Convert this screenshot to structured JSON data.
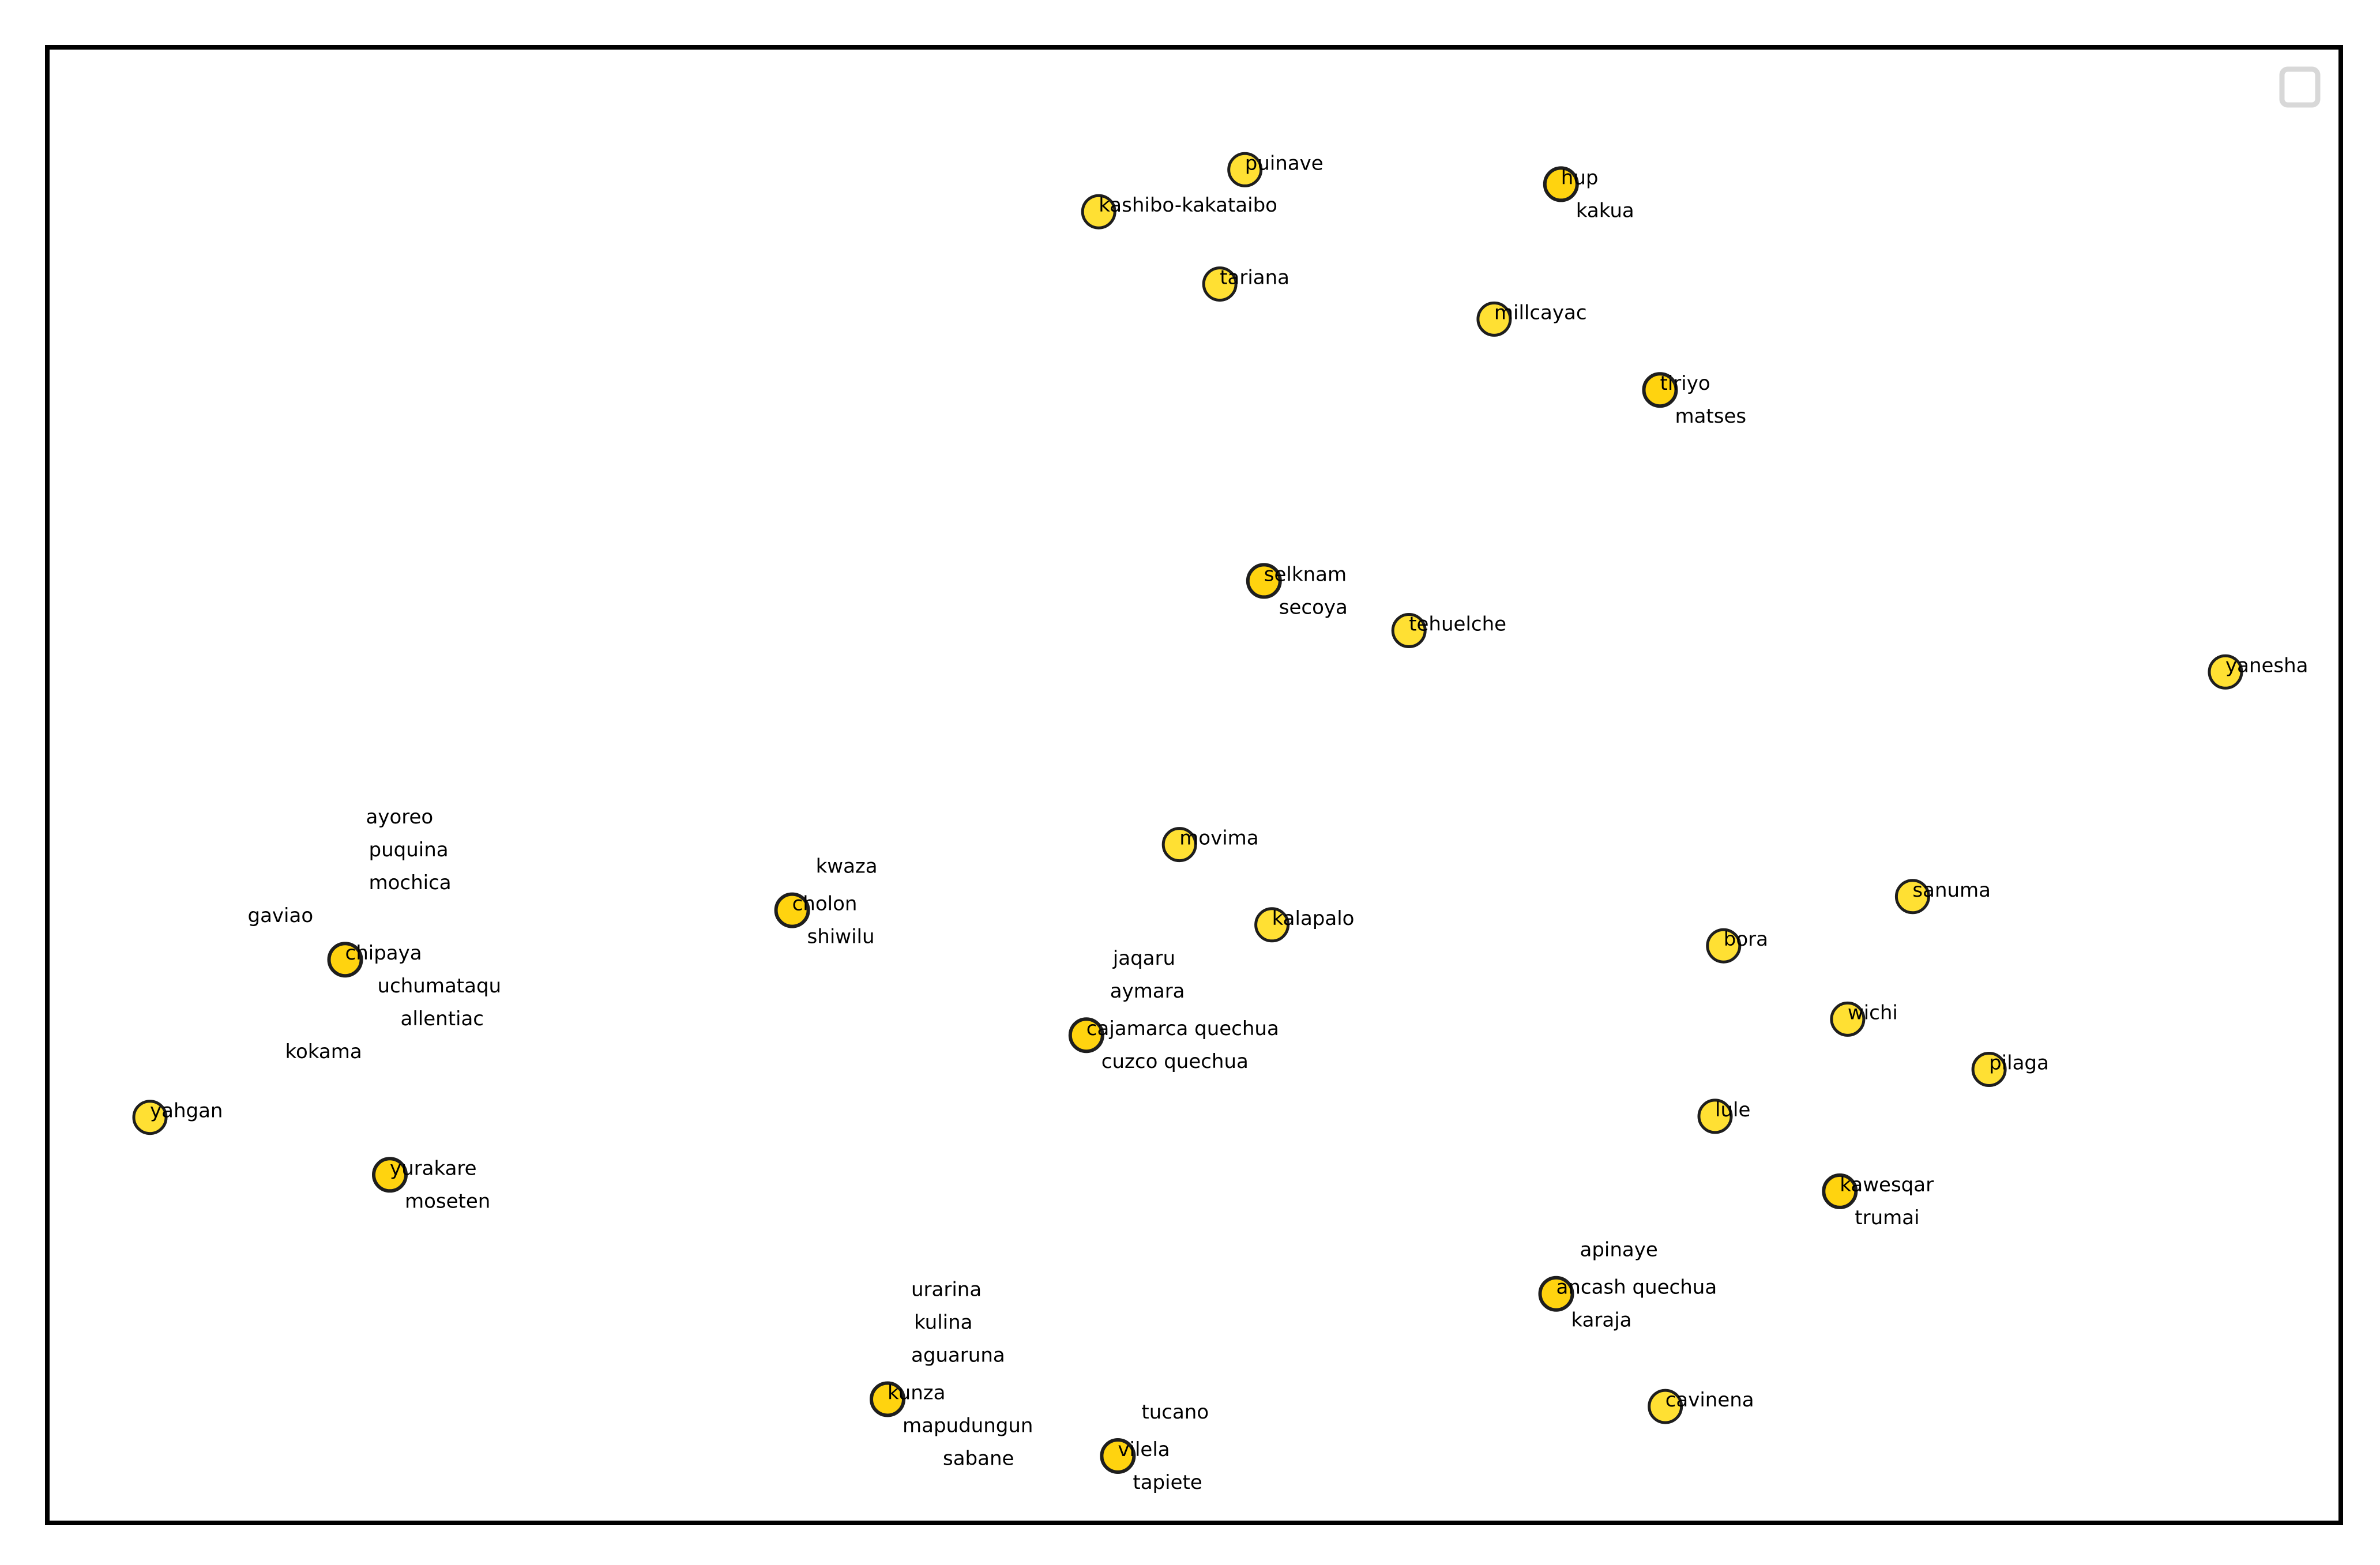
{
  "chart_data": {
    "type": "scatter",
    "title": "",
    "xlabel": "",
    "ylabel": "",
    "axes_visible": false,
    "grid": false,
    "legend": "top-right",
    "legend_entries": [],
    "xlim": [
      0,
      1000
    ],
    "ylim": [
      0,
      645
    ],
    "points": [
      {
        "x": 524.94,
        "y": 617.52,
        "labels": [
          "puinave"
        ]
      },
      {
        "x": 454.84,
        "y": 597.34,
        "labels": [
          "kashibo-kakataibo"
        ]
      },
      {
        "x": 676.48,
        "y": 610.56,
        "labels": [
          "hup",
          "kakua"
        ]
      },
      {
        "x": 512.9,
        "y": 562.61,
        "labels": [
          "tariana"
        ]
      },
      {
        "x": 644.44,
        "y": 545.8,
        "labels": [
          "millcayac"
        ]
      },
      {
        "x": 723.94,
        "y": 511.78,
        "labels": [
          "tiriyo",
          "matses"
        ]
      },
      {
        "x": 534.09,
        "y": 420.11,
        "labels": [
          "selknam",
          "secoya"
        ]
      },
      {
        "x": 603.6,
        "y": 396.27,
        "labels": [
          "tehuelche"
        ]
      },
      {
        "x": 995.03,
        "y": 376.41,
        "labels": [
          "yanesha"
        ]
      },
      {
        "x": 493.56,
        "y": 293.55,
        "labels": [
          "movima"
        ]
      },
      {
        "x": 307.88,
        "y": 262.0,
        "labels": [
          "kwaza",
          "cholon",
          "shiwilu"
        ]
      },
      {
        "x": 537.91,
        "y": 255.0,
        "labels": [
          "kalapalo"
        ]
      },
      {
        "x": 845.0,
        "y": 268.58,
        "labels": [
          "sanuma"
        ]
      },
      {
        "x": 754.44,
        "y": 244.93,
        "labels": [
          "bora"
        ]
      },
      {
        "x": 93.58,
        "y": 238.3,
        "labels": [
          "ayoreo",
          "puquina",
          "mochica",
          "gaviao",
          "chipaya",
          "uchumataqu",
          "allentiac",
          "kokama"
        ]
      },
      {
        "x": 813.9,
        "y": 209.71,
        "labels": [
          "wichi"
        ]
      },
      {
        "x": 881.71,
        "y": 185.6,
        "labels": [
          "pilaga"
        ]
      },
      {
        "x": 448.94,
        "y": 202.04,
        "labels": [
          "jaqaru",
          "aymara",
          "cajamarca quechua",
          "cuzco quechua"
        ]
      },
      {
        "x": 750.35,
        "y": 163.07,
        "labels": [
          "lule"
        ]
      },
      {
        "x": 0.0,
        "y": 162.58,
        "labels": [
          "yahgan"
        ]
      },
      {
        "x": 115.0,
        "y": 135.01,
        "labels": [
          "yurakare",
          "moseten"
        ]
      },
      {
        "x": 810.15,
        "y": 127.1,
        "labels": [
          "kawesqar",
          "trumai"
        ]
      },
      {
        "x": 674.18,
        "y": 77.88,
        "labels": [
          "apinaye",
          "ancash quechua",
          "karaja"
        ]
      },
      {
        "x": 353.61,
        "y": 27.27,
        "labels": [
          "urarina",
          "kulina",
          "aguaruna",
          "kunza",
          "mapudungun",
          "sabane"
        ]
      },
      {
        "x": 726.48,
        "y": 23.77,
        "labels": [
          "cavinena"
        ]
      },
      {
        "x": 464.02,
        "y": 0.0,
        "labels": [
          "tucano",
          "vilela",
          "tapiete"
        ]
      }
    ]
  }
}
